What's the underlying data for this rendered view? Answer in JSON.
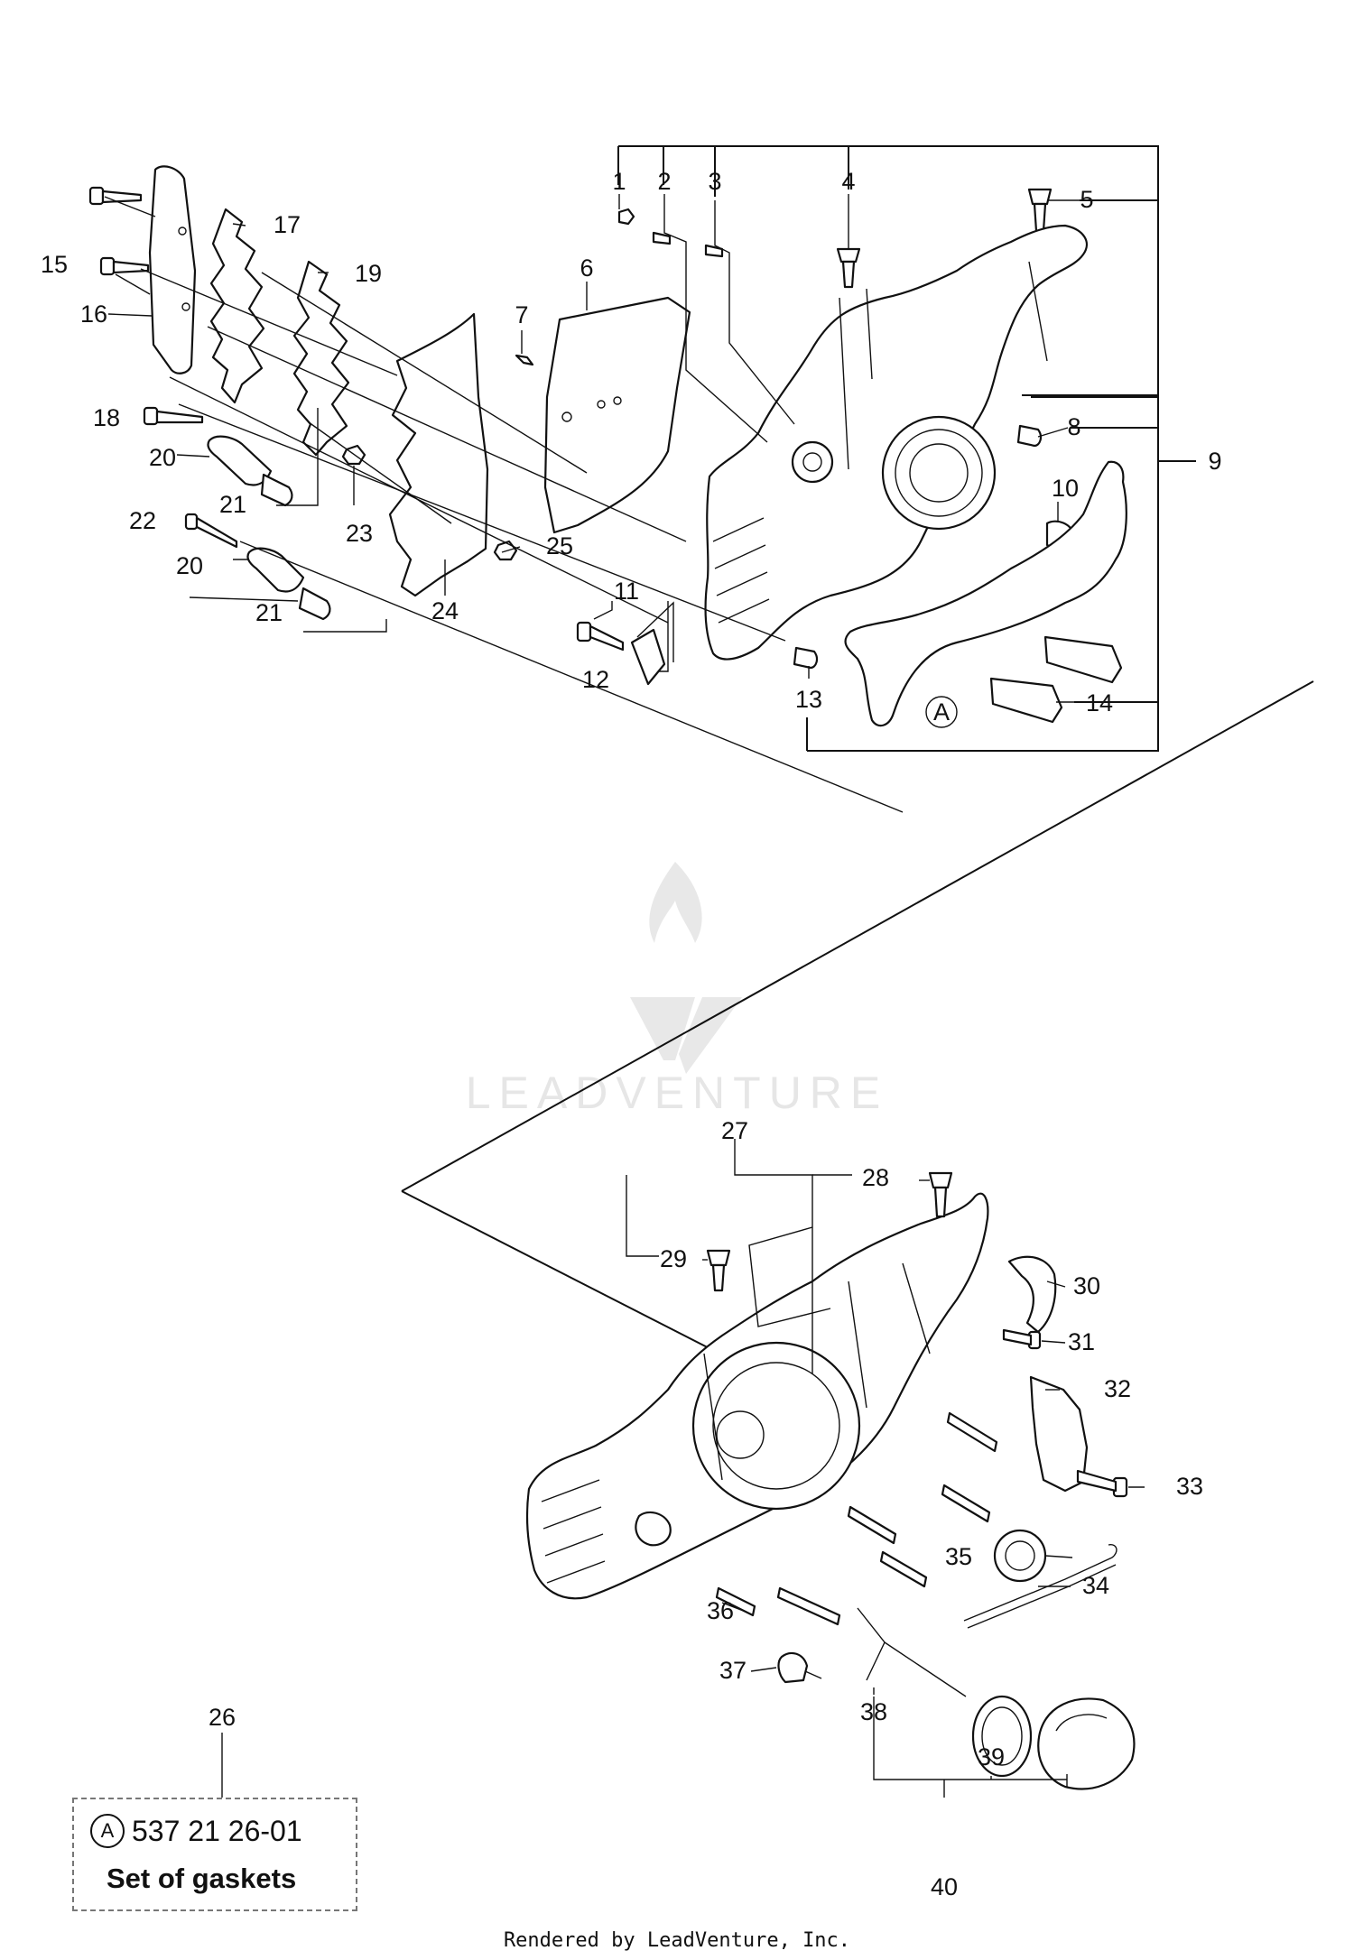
{
  "callouts": [
    "1",
    "2",
    "3",
    "4",
    "5",
    "6",
    "7",
    "8",
    "9",
    "10",
    "11",
    "12",
    "13",
    "14",
    "15",
    "16",
    "17",
    "18",
    "19",
    "20",
    "20",
    "21",
    "21",
    "22",
    "23",
    "24",
    "25",
    "26",
    "27",
    "28",
    "29",
    "30",
    "31",
    "32",
    "33",
    "34",
    "35",
    "36",
    "37",
    "38",
    "39",
    "40"
  ],
  "gasket_marker": "A",
  "kit": {
    "marker": "A",
    "part_number": "537 21 26-01",
    "description": "Set of gaskets"
  },
  "watermark": "LEADVENTURE",
  "footer": "Rendered by LeadVenture, Inc."
}
